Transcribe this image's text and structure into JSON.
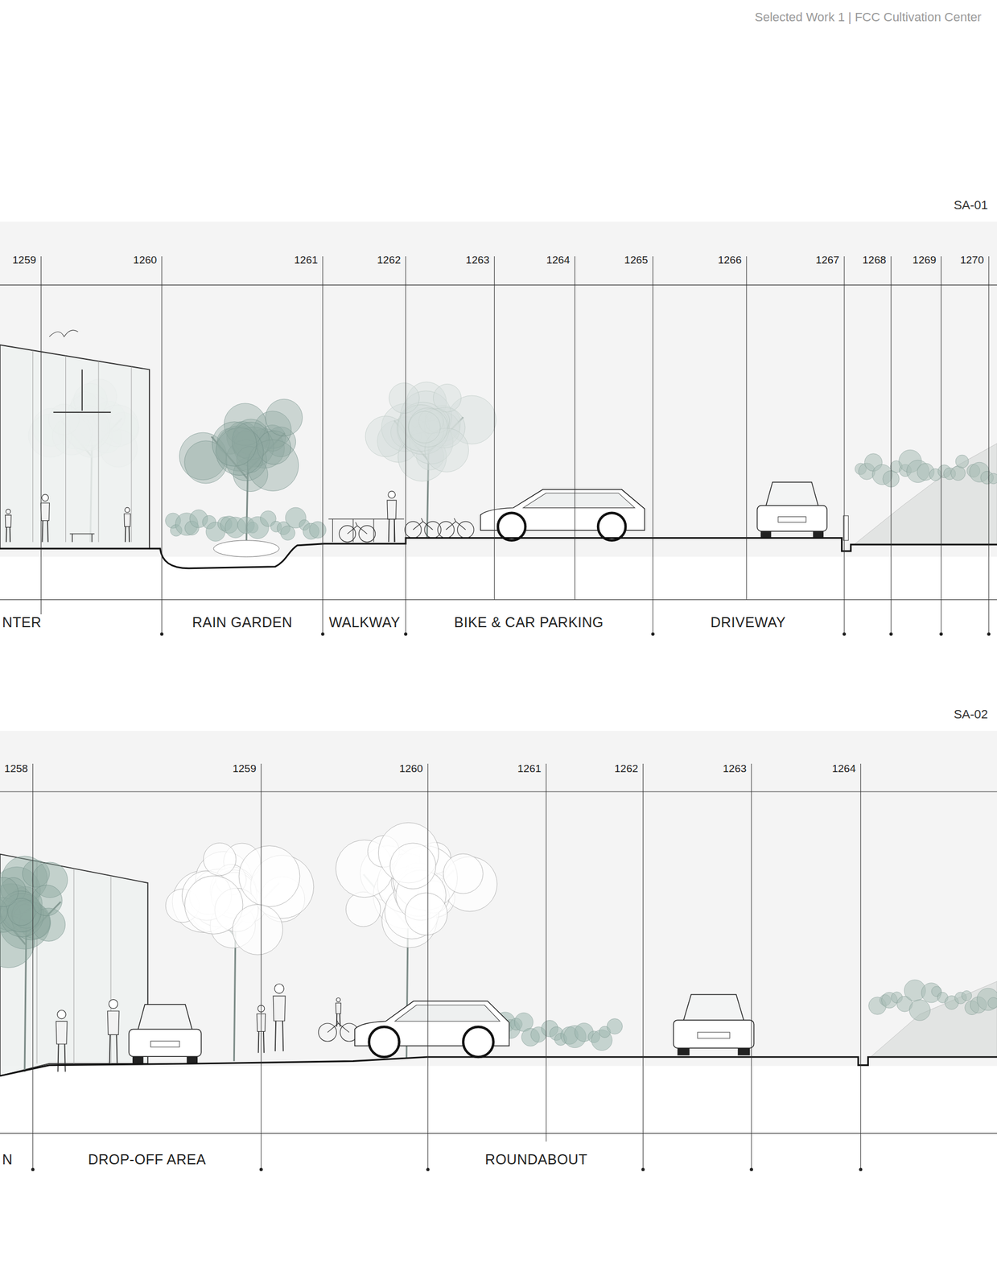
{
  "diagram": {
    "title": "Selected Work 1 | FCC Cultivation Center",
    "labels": [
      "SA-01",
      "1259",
      "1260",
      "1261",
      "1262",
      "1263",
      "1264",
      "1265",
      "1266",
      "1267",
      "1268",
      "1269",
      "1270",
      "NTER",
      "RAIN GARDEN",
      "WALKWAY",
      "BIKE & CAR PARKING",
      "DRIVEWAY",
      "SA-02",
      "1258",
      "1259",
      "1260",
      "1261",
      "1262",
      "1263",
      "1264",
      "N",
      "DROP-OFF AREA",
      "ROUNDABOUT"
    ]
  }
}
